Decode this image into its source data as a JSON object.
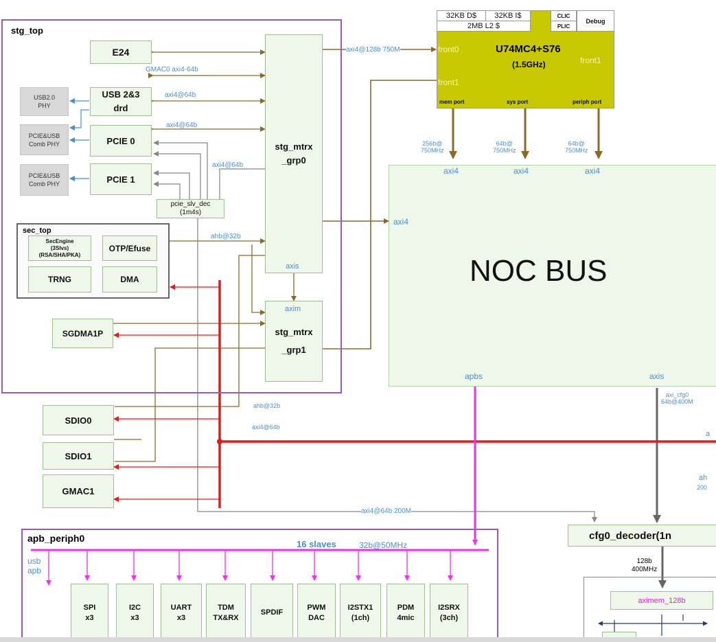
{
  "stg_top": {
    "title": "stg_top",
    "e24": "E24",
    "usb_drd_1": "USB 2&3",
    "usb_drd_2": "drd",
    "pcie0": "PCIE 0",
    "pcie1": "PCIE 1",
    "usb_phy": [
      "USB2.0",
      "PHY"
    ],
    "comb_phy": [
      "PCIE&USB",
      "Comb PHY"
    ],
    "pcie_slv_dec": [
      "pcie_slv_dec",
      "(1m4s)"
    ],
    "mtrx0": [
      "stg_mtrx",
      "_grp0"
    ],
    "mtrx0_axis": "axis",
    "mtrx1": [
      "stg_mtrx",
      "_grp1"
    ],
    "mtrx1_axim": "axim",
    "sgdma": "SGDMA1P"
  },
  "sec_top": {
    "title": "sec_top",
    "secengine": [
      "SecEngine",
      "(3Slvs)",
      "(RSA/SHA/PKA)"
    ],
    "otp": "OTP/Efuse",
    "trng": "TRNG",
    "dma": "DMA"
  },
  "cpu": {
    "dcache": "32KB D$",
    "icache": "32KB I$",
    "l2": "2MB L2 $",
    "clic": "CLIC",
    "plic": "PLIC",
    "debug": "Debug",
    "name": "U74MC4+S76",
    "freq": "(1.5GHz)",
    "front0": "front0",
    "front1_left": "front1",
    "front1_right": "front1",
    "mem_port": "mem port",
    "sys_port": "sys port",
    "periph_port": "periph port"
  },
  "noc": {
    "title": "NOC BUS",
    "axi4_top": [
      "axi4",
      "axi4",
      "axi4"
    ],
    "axi4_left": "axi4",
    "apbs": "apbs",
    "axis": "axis"
  },
  "links": {
    "axi4_128b": "axi4@128b 750M",
    "gmac0": "GMAC0 axi4-64b",
    "axi4_64b_usb": "axi4@64b",
    "axi4_64b_pcie": "axi4@64b",
    "axi4_64b_pcie1": "axi4@64b",
    "ahb_32b_sec": "ahb@32b",
    "mem_bw": [
      "256b@",
      "750MHz"
    ],
    "sys_bw": [
      "64b@",
      "750MHz"
    ],
    "periph_bw": [
      "64b@",
      "750MHz"
    ],
    "axi_cfg0": [
      "axi_cfg0",
      "64b@400M"
    ],
    "ahb_32b_sdio": "ahb@32b",
    "axi4_64b_sdio": "axi4@64b",
    "axi4_64b_200m": "axi4@64b 200M",
    "cut_a": "a",
    "cut_ah": "ah",
    "cut_200": "200",
    "cfg_bw": [
      "128b",
      "400MHz"
    ]
  },
  "io": {
    "sdio0": "SDIO0",
    "sdio1": "SDIO1",
    "gmac1": "GMAC1"
  },
  "apb": {
    "title": "apb_periph0",
    "slaves": "16 slaves",
    "bw": "32b@50MHz",
    "usb_apb": [
      "usb",
      "apb"
    ],
    "items": [
      [
        "SPI",
        "x3"
      ],
      [
        "I2C",
        "x3"
      ],
      [
        "UART",
        "x3"
      ],
      [
        "TDM",
        "TX&RX"
      ],
      [
        "SPDIF",
        ""
      ],
      [
        "PWM",
        "DAC"
      ],
      [
        "I2STX1",
        "(1ch)"
      ],
      [
        "PDM",
        "4mic"
      ],
      [
        "I2SRX",
        "(3ch)"
      ]
    ]
  },
  "cfg": {
    "decoder": "cfg0_decoder(1n",
    "aximem": "aximem_128b"
  },
  "colors": {
    "brown": "#8a6a2a",
    "gray_wire": "#888888",
    "red": "#e41b1b",
    "magenta": "#f22ef2",
    "purple": "#9b59b6",
    "cpu_fill": "#c8c800",
    "label_blue": "#4a8fd0"
  }
}
